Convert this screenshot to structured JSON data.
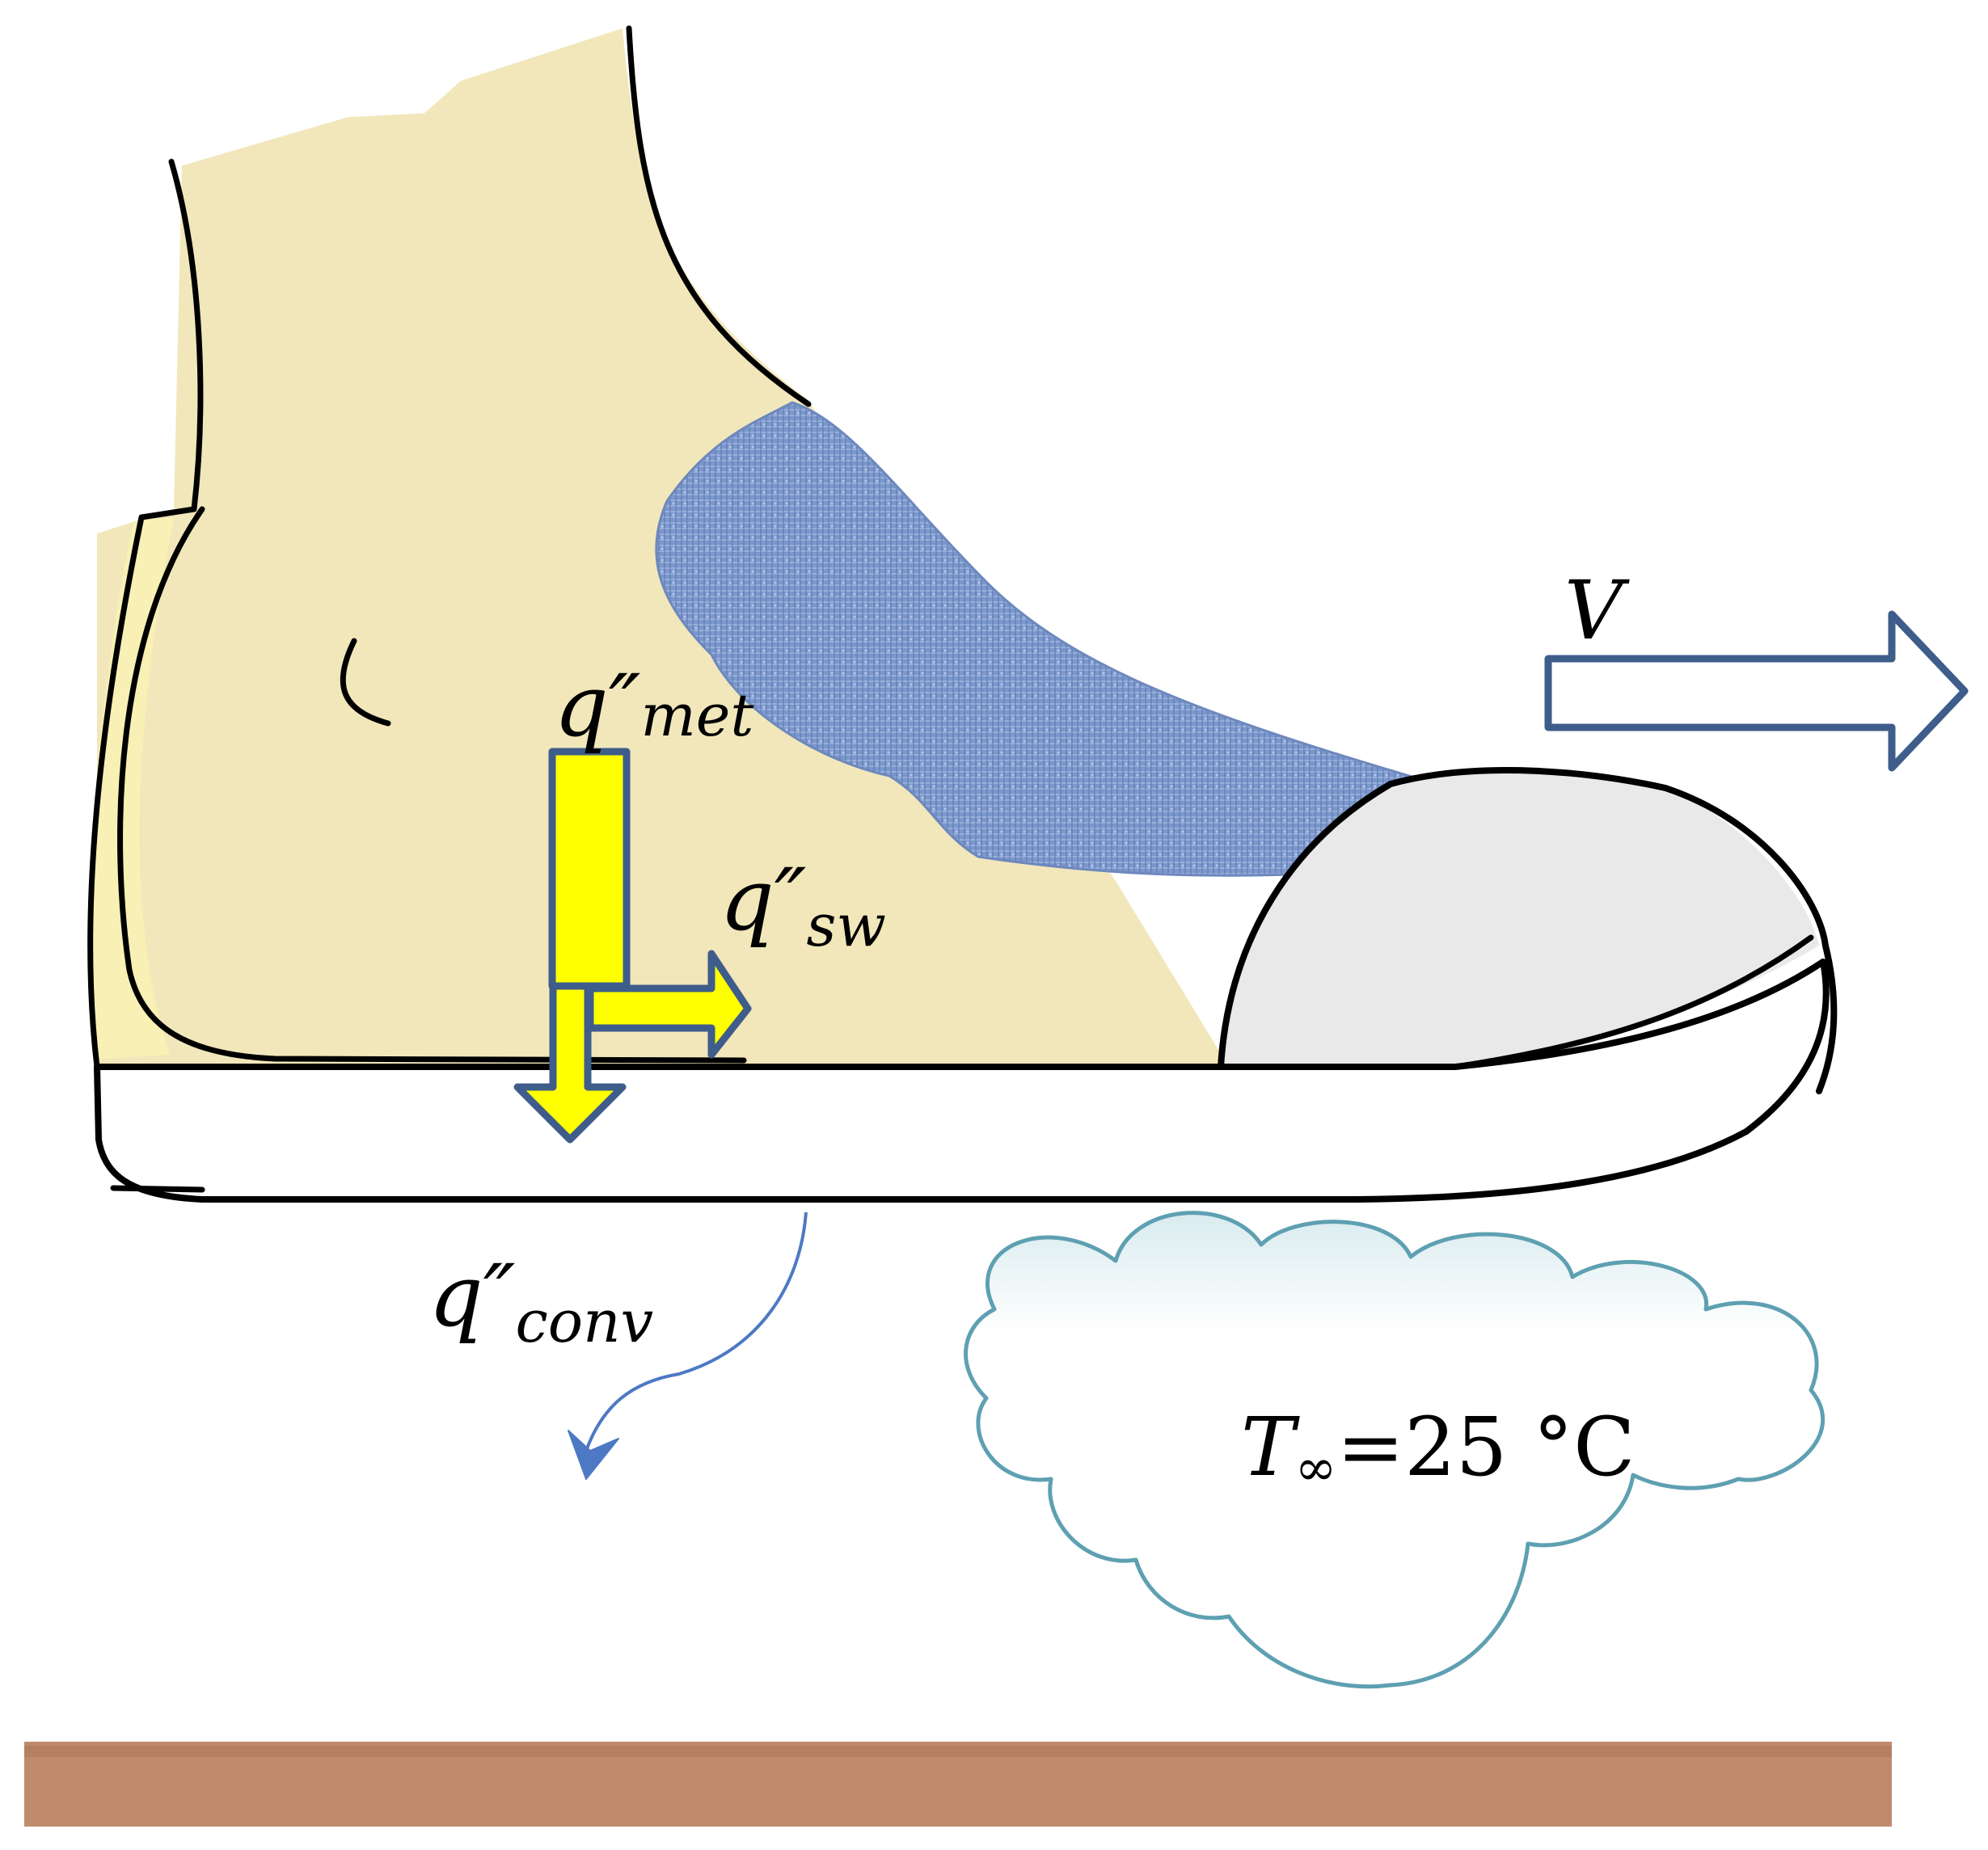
{
  "labels": {
    "q_met": {
      "main": "q",
      "prime": "″",
      "sub": "met"
    },
    "q_sw": {
      "main": "q",
      "prime": "″",
      "sub": "sw"
    },
    "q_conv": {
      "main": "q",
      "prime": "″",
      "sub": "conv"
    },
    "velocity": "V",
    "ambient": {
      "symbol": "T",
      "sub": "∞",
      "rest": "=25 °C"
    }
  },
  "colors": {
    "skin": "#f1e7bb",
    "skin_light": "#f8f0b4",
    "denim": "#7b97cc",
    "toe_cap": "#e9e9e9",
    "arrow_fill": "#ffff00",
    "arrow_stroke": "#3f5d8a",
    "cloud_stroke": "#5ea0b2",
    "ground": "#c08a6c",
    "outline": "#000000"
  }
}
